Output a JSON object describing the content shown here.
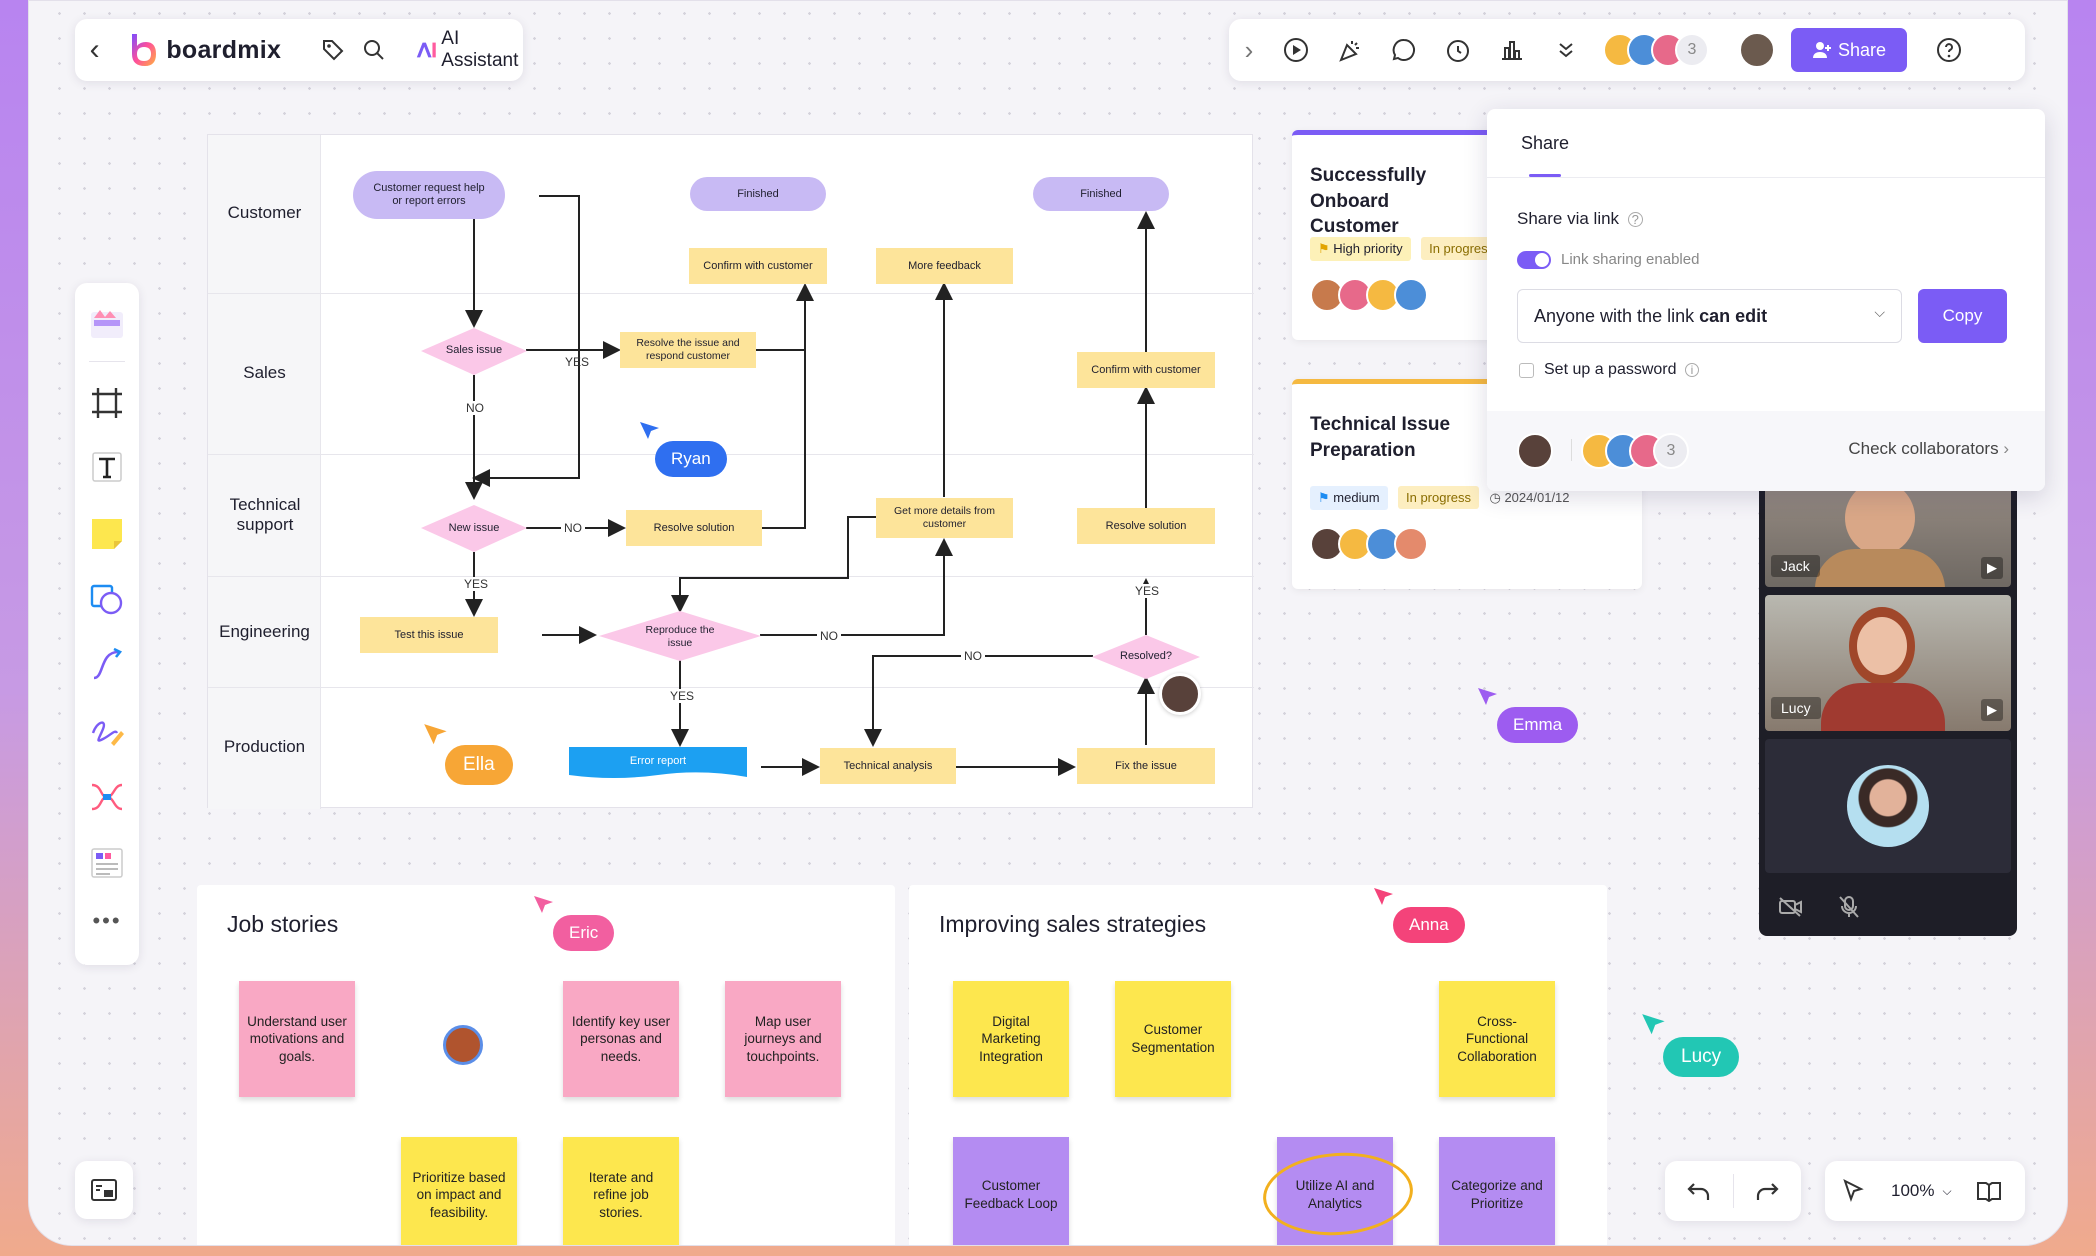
{
  "app": {
    "logo_text": "boardmix",
    "ai_label": "AI Assistant"
  },
  "toolbar_right": {
    "collaborator_extra": "3",
    "share_label": "Share"
  },
  "flowchart": {
    "lanes": [
      "Customer",
      "Sales",
      "Technical support",
      "Engineering",
      "Production"
    ],
    "nodes": {
      "start": "Customer request help or report errors",
      "sales_issue": "Sales issue",
      "resolve_respond": "Resolve the issue and respond customer",
      "new_issue": "New issue",
      "resolve_solution1": "Resolve solution",
      "test_issue": "Test this issue",
      "reproduce": "Reproduce the issue",
      "error_report": "Error report",
      "technical_analysis": "Technical analysis",
      "fix_issue": "Fix the issue",
      "resolved": "Resolved?",
      "resolve_solution2": "Resolve solution",
      "get_details": "Get more details from customer",
      "more_feedback": "More feedback",
      "confirm1": "Confirm with customer",
      "finished1": "Finished",
      "confirm2": "Confirm with customer",
      "finished2": "Finished"
    },
    "labels": {
      "yes": "YES",
      "no": "NO"
    }
  },
  "cards": {
    "card1": {
      "title": "Successfully Onboard Customer",
      "tags": [
        "High priority",
        "In progress"
      ]
    },
    "card2": {
      "title": "Technical Issue Preparation",
      "tags": [
        "medium",
        "In progress"
      ],
      "date": "2024/01/12"
    }
  },
  "share_panel": {
    "tab": "Share",
    "via_link": "Share via link",
    "toggle_label": "Link sharing enabled",
    "permission_prefix": "Anyone with the link",
    "permission_value": "can edit",
    "copy_label": "Copy",
    "password_label": "Set up a password",
    "collab_extra": "3",
    "check_collaborators": "Check collaborators"
  },
  "video": {
    "jack": "Jack",
    "lucy": "Lucy"
  },
  "cursors": {
    "ryan": "Ryan",
    "ella": "Ella",
    "emma": "Emma",
    "eric": "Eric",
    "anna": "Anna",
    "lucy": "Lucy"
  },
  "job_stories": {
    "title": "Job stories",
    "notes": [
      "Understand user motivations and goals.",
      "Identify key user personas and needs.",
      "Map user journeys and touchpoints.",
      "Prioritize based on impact and feasibility.",
      "Iterate and refine job stories."
    ]
  },
  "sales_strategies": {
    "title": "Improving sales strategies",
    "notes": [
      "Digital Marketing Integration",
      "Customer Segmentation",
      "Cross-Functional Collaboration",
      "Customer Feedback Loop",
      "Utilize AI and Analytics",
      "Categorize and Prioritize"
    ]
  },
  "zoom": "100%",
  "colors": {
    "accent": "#7b5cf5",
    "sticky_yellow": "#fde74e",
    "sticky_pink": "#f9a8c4",
    "sticky_purple": "#b48cf2",
    "flow_yellow": "#fde49a",
    "flow_lilac": "#c8baf4",
    "flow_pink": "#fbc8e8",
    "flow_blue": "#1ca0f2"
  }
}
